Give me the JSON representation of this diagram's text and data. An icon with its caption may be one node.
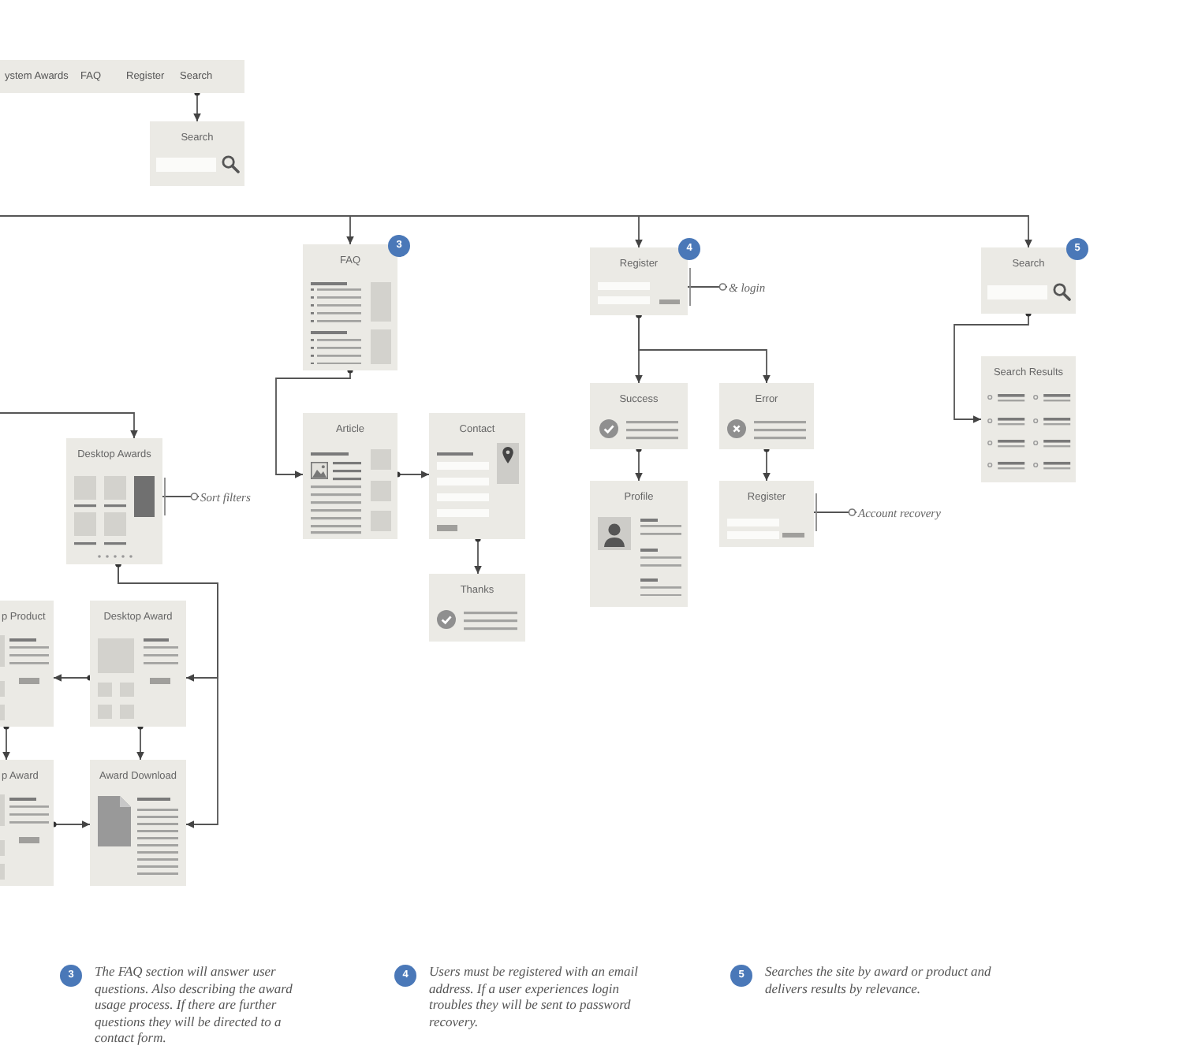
{
  "diagram": {
    "nodes": [
      {
        "text": [],
        "shape": "bar"
      },
      {
        "text": [
          "ystem Awards"
        ],
        "in": 0
      },
      {
        "text": [
          "FAQ"
        ],
        "in": 0
      },
      {
        "text": [
          "Register"
        ],
        "in": 0
      },
      {
        "text": [
          "Search"
        ],
        "in": 0
      },
      {
        "text": [
          "Search"
        ]
      },
      {
        "text": [
          "FAQ"
        ],
        "beside": [
          "3"
        ]
      },
      {
        "text": [
          "Register"
        ],
        "beside": [
          "4"
        ]
      },
      {
        "text": [
          "& login"
        ]
      },
      {
        "text": [
          "Search"
        ],
        "beside": [
          "5"
        ]
      },
      {
        "text": [
          "Article"
        ]
      },
      {
        "text": [
          "Contact"
        ]
      },
      {
        "text": [
          "Success"
        ]
      },
      {
        "text": [
          "Error"
        ]
      },
      {
        "text": [
          "Search Results"
        ]
      },
      {
        "text": [
          "Desktop Awards"
        ]
      },
      {
        "text": [
          "Sort filters"
        ]
      },
      {
        "text": [
          "Profile"
        ]
      },
      {
        "text": [
          "Register"
        ]
      },
      {
        "text": [
          "Account recovery"
        ]
      },
      {
        "text": [
          "Thanks"
        ]
      },
      {
        "text": [
          "p Product"
        ]
      },
      {
        "text": [
          "Desktop Award"
        ]
      },
      {
        "text": [
          "p Award"
        ]
      },
      {
        "text": [
          "Award Download"
        ]
      }
    ],
    "edges": [
      {
        "from": null,
        "to": 6,
        "arrow": "to"
      },
      {
        "from": null,
        "to": 7,
        "arrow": "to"
      },
      {
        "from": null,
        "to": 9,
        "arrow": "to"
      },
      {
        "from": 4,
        "to": 5,
        "arrow": "to"
      },
      {
        "from": null,
        "to": 15,
        "arrow": "to"
      },
      {
        "from": 6,
        "to": 10,
        "arrow": "to"
      },
      {
        "from": 10,
        "to": 11,
        "arrow": "to"
      },
      {
        "from": 11,
        "to": 20,
        "arrow": "to"
      },
      {
        "from": 7,
        "to": 12,
        "arrow": "to"
      },
      {
        "from": 7,
        "to": 13,
        "arrow": "to"
      },
      {
        "from": 12,
        "to": 17,
        "arrow": "to"
      },
      {
        "from": 13,
        "to": 18,
        "arrow": "to"
      },
      {
        "from": 9,
        "to": 14,
        "arrow": "to"
      },
      {
        "from": 15,
        "to": 22,
        "arrow": "to"
      },
      {
        "from": 15,
        "to": 24,
        "arrow": "to"
      },
      {
        "from": 22,
        "to": 21,
        "arrow": "to"
      },
      {
        "from": 22,
        "to": 24,
        "arrow": "to"
      },
      {
        "from": 21,
        "to": 23,
        "arrow": "to"
      },
      {
        "from": 23,
        "to": 24,
        "arrow": "to"
      },
      {
        "from": 8,
        "to": 7,
        "arrow": "other"
      },
      {
        "from": 16,
        "to": 15,
        "arrow": "other"
      },
      {
        "from": 19,
        "to": 18,
        "arrow": "other"
      }
    ],
    "labels": [
      "3",
      "The FAQ section will answer user questions. Also describing the award usage process. If there are further questions they will be directed to a contact form.",
      "4",
      "Users must be registered with an email address. If a user experiences login troubles they will be sent to password recovery.",
      "5",
      "Searches the site by award or product and delivers results by relevance."
    ]
  }
}
